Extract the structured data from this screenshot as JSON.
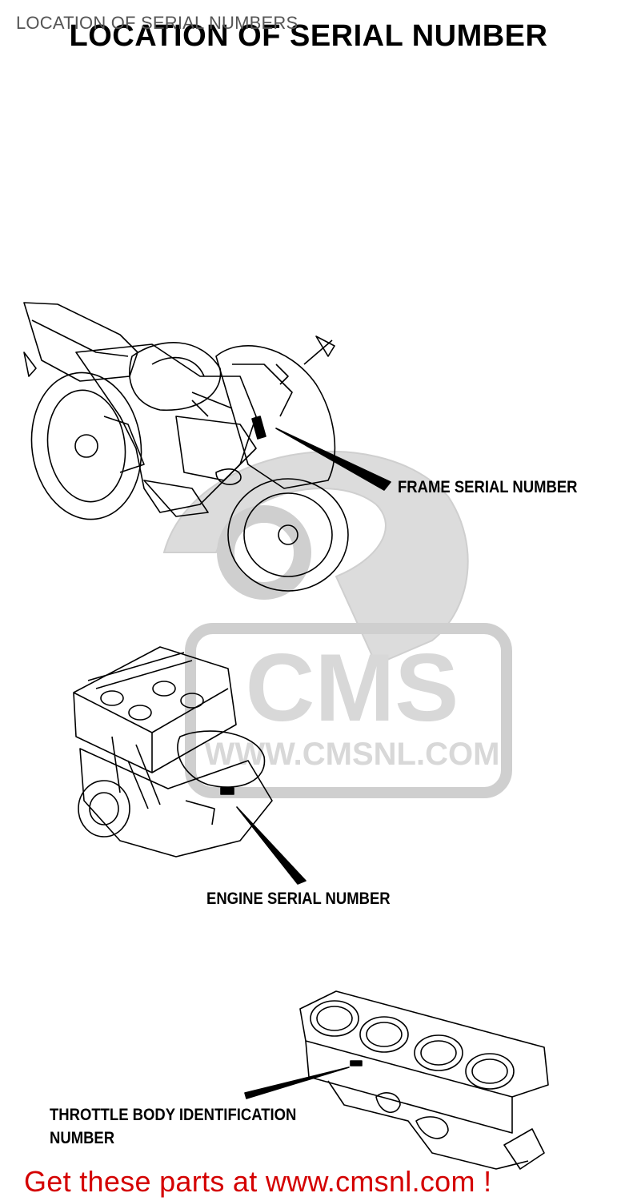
{
  "page": {
    "overlay_title": "LOCATION OF SERIAL NUMBERS",
    "title": "LOCATION OF SERIAL NUMBER"
  },
  "labels": {
    "frame": "FRAME SERIAL NUMBER",
    "engine": "ENGINE SERIAL NUMBER",
    "throttle_line1": "THROTTLE BODY IDENTIFICATION",
    "throttle_line2": "NUMBER"
  },
  "watermark": {
    "logo_text": "CMS",
    "url_text": "WWW.CMSNL.COM"
  },
  "footer": {
    "prefix": "Get these parts at ",
    "link": "www.cmsnl.com",
    "suffix": " !"
  },
  "colors": {
    "footer_text": "#d40000",
    "watermark": "#d9d9d9",
    "line_art": "#000000"
  }
}
